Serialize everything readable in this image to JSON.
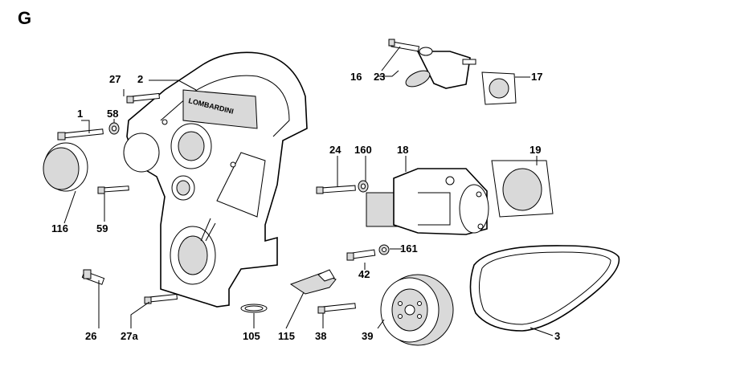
{
  "section_letter": "G",
  "brand_text": "LOMBARDINI",
  "callouts": {
    "c1": "1",
    "c2": "2",
    "c3": "3",
    "c16": "16",
    "c17": "17",
    "c18": "18",
    "c19": "19",
    "c23": "23",
    "c24": "24",
    "c26": "26",
    "c27": "27",
    "c27a": "27a",
    "c38": "38",
    "c39": "39",
    "c42": "42",
    "c58": "58",
    "c59": "59",
    "c105": "105",
    "c115": "115",
    "c116": "116",
    "c160": "160",
    "c161": "161"
  }
}
